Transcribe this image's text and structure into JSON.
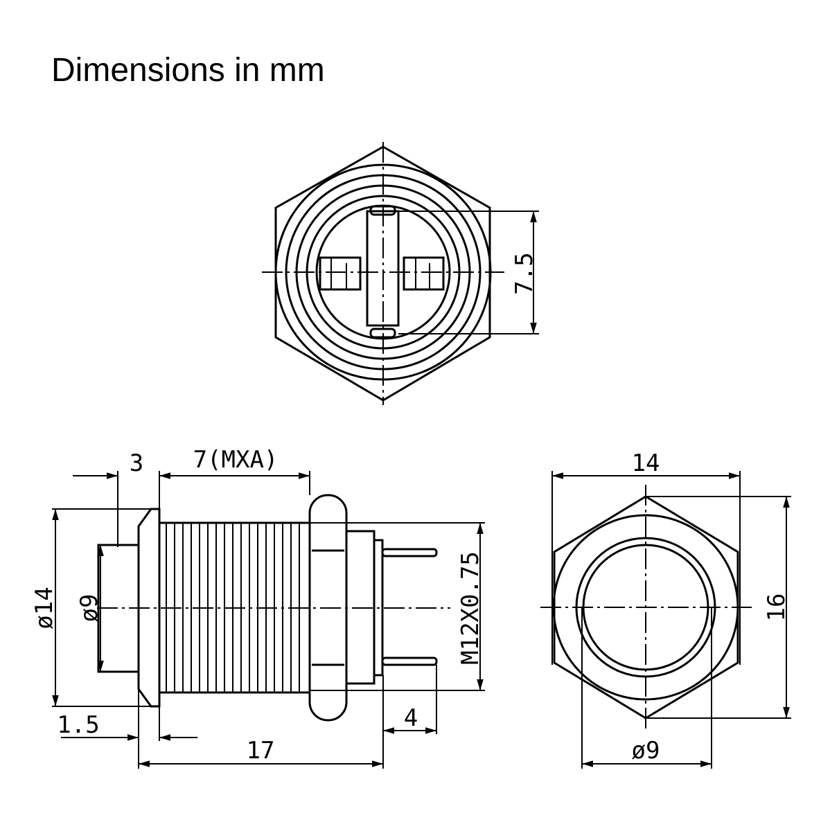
{
  "title": "Dimensions in mm",
  "top_view": {
    "height_dim": "7.5"
  },
  "side_view": {
    "flange_dim": "3",
    "thread_length_dim": "7(MXA)",
    "flange_diameter_dim": "ø14",
    "button_diameter_dim": "ø9",
    "bevel_dim": "1.5",
    "total_length_dim": "17",
    "pin_length_dim": "4",
    "thread_dim": "M12X0.75"
  },
  "front_view": {
    "width_dim": "14",
    "height_dim": "16",
    "button_diameter_dim": "ø9"
  }
}
